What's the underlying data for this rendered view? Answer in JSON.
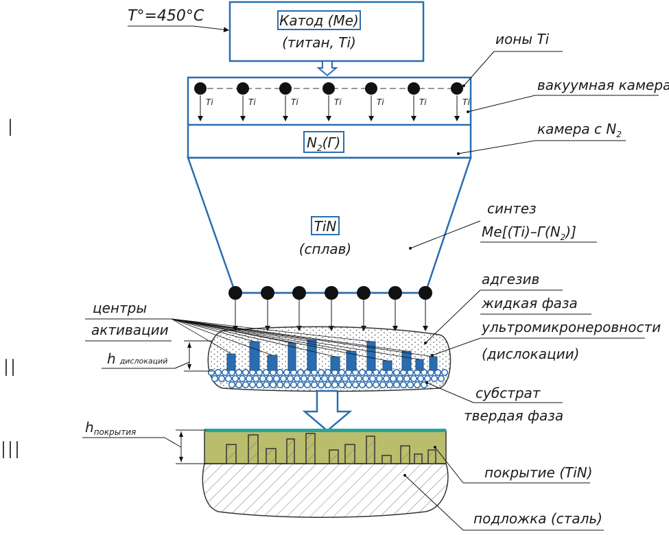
{
  "temperature": "T°=450°C",
  "cathode": {
    "title": "Катод (Me)",
    "subtitle": "(титан, Ti)"
  },
  "ion_label": "Ti",
  "labels": {
    "ions": "ионы Ti",
    "vacuum": "вакуумная камера",
    "n2_chamber": "камера с N",
    "n2_chamber_sub": "2",
    "n2_box_a": "N",
    "n2_box_sub": "2",
    "n2_box_b": "(Г)",
    "synth_1": "синтез",
    "synth_2a": "Me[(Ti)–Г(N",
    "synth_2_sub": "2",
    "synth_2b": ")]",
    "tin": "TiN",
    "alloy": "(сплав)",
    "adhesive": "адгезив",
    "liquid": "жидкая фаза",
    "ultra": "ультромикронеровности",
    "disl": "(дислокации)",
    "centers_1": "центры",
    "centers_2": "активации",
    "h_disl_h": "h",
    "h_disl_sub": "дислокаций",
    "substrate": "субстрат",
    "solid": "твердая фаза",
    "h_cov_h": "h",
    "h_cov_sub": "покрытия",
    "coating": "покрытие (TiN)",
    "base": "подложка (сталь)"
  },
  "stages": [
    "I",
    "II",
    "III"
  ],
  "colors": {
    "blue": "#2a6cb0",
    "dot": "#111111",
    "coat": "#b9bd6c",
    "coat_edge": "#2aa39a"
  }
}
